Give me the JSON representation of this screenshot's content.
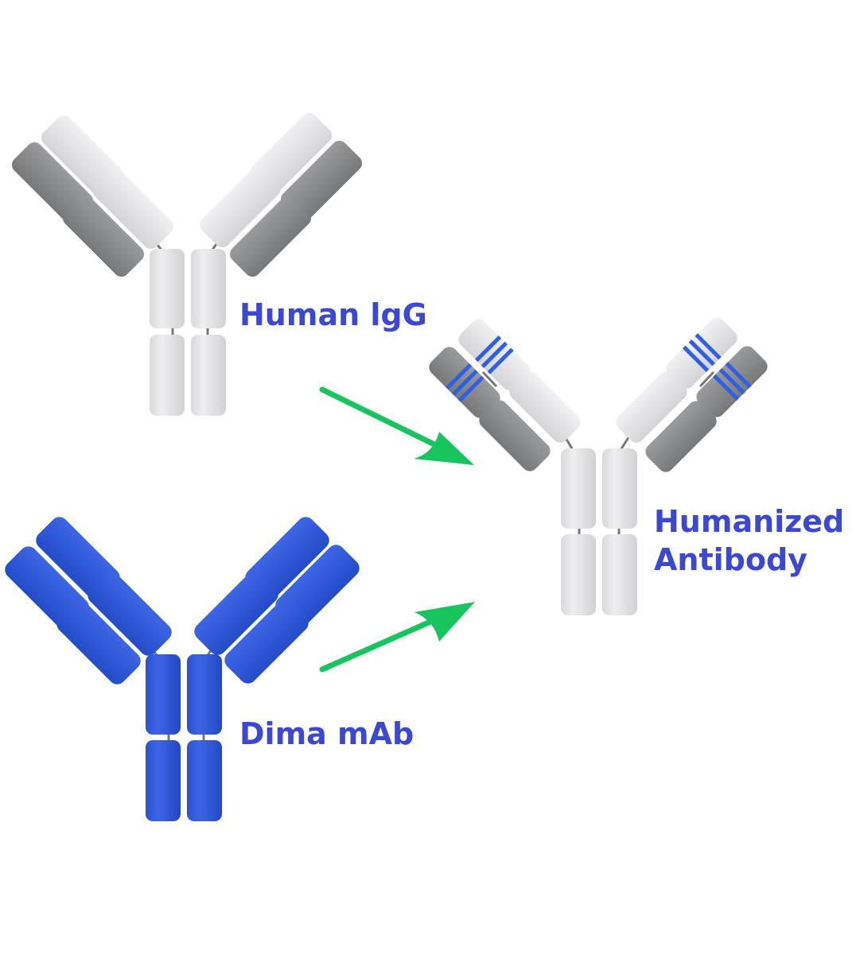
{
  "labels": {
    "human_igg": "Human lgG",
    "dima_mab": "Dima mAb",
    "humanized_line1": "Humanized",
    "humanized_line2": "Antibody"
  },
  "colors": {
    "label_text": "#3b48d6",
    "light_gray": "#e6e6e9",
    "dark_gray": "#8a8b8d",
    "blue": "#2f58d8",
    "stripe_blue": "#2f5fe6",
    "arrow_green": "#17c45e",
    "linker": "#777777"
  }
}
